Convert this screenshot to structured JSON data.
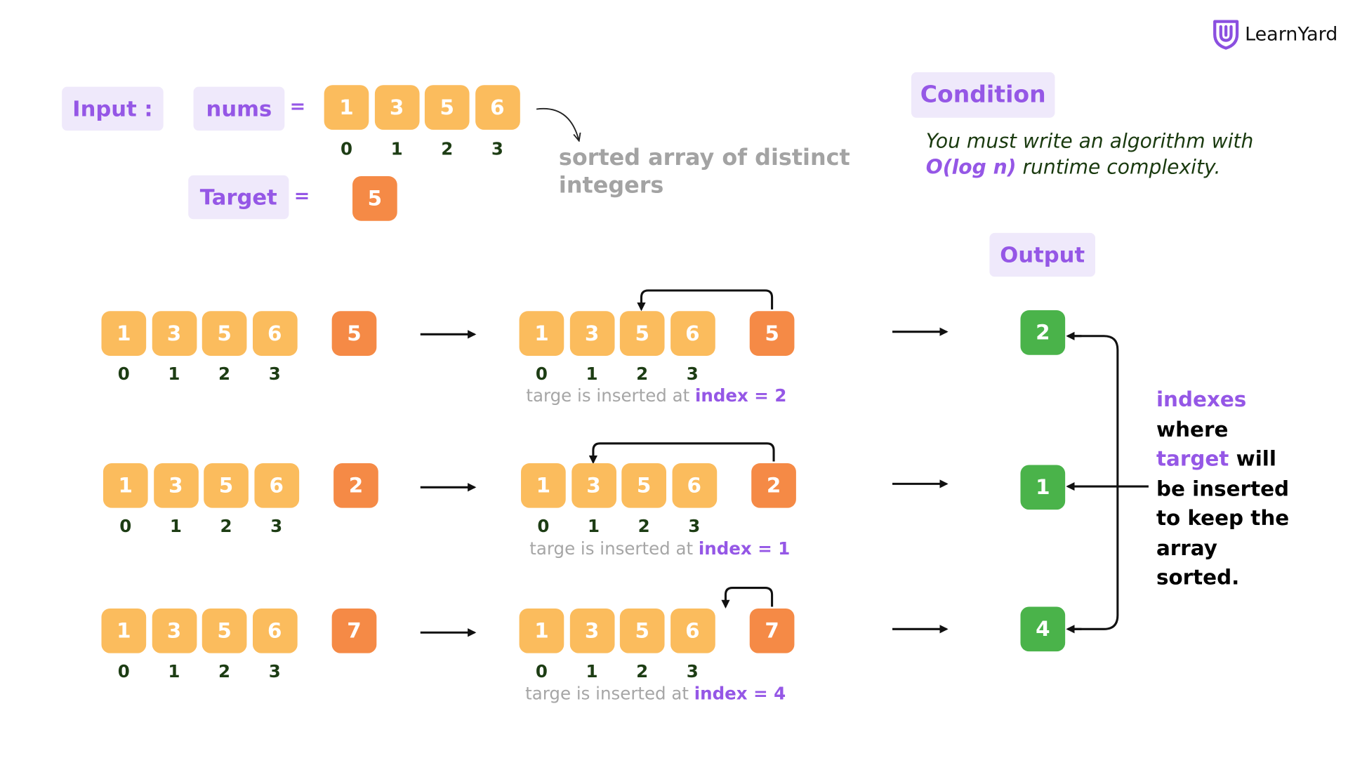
{
  "brand": {
    "name": "LearnYard",
    "icon": "shield-icon"
  },
  "input": {
    "label": "Input :",
    "nums_label": "nums",
    "equals": "=",
    "nums": [
      "1",
      "3",
      "5",
      "6"
    ],
    "indices": [
      "0",
      "1",
      "2",
      "3"
    ],
    "note": "sorted array of distinct integers",
    "target_label": "Target",
    "target_value": "5"
  },
  "condition": {
    "title": "Condition",
    "text_before": "You must write an algorithm with",
    "complexity": "O(log n)",
    "text_after": " runtime complexity."
  },
  "output_title": "Output",
  "examples": [
    {
      "array": [
        "1",
        "3",
        "5",
        "6"
      ],
      "indices": [
        "0",
        "1",
        "2",
        "3"
      ],
      "target": "5",
      "caption_prefix": "targe is inserted at ",
      "caption_highlight": "index = 2",
      "output": "2"
    },
    {
      "array": [
        "1",
        "3",
        "5",
        "6"
      ],
      "indices": [
        "0",
        "1",
        "2",
        "3"
      ],
      "target": "2",
      "caption_prefix": "targe is inserted at ",
      "caption_highlight": "index = 1",
      "output": "1"
    },
    {
      "array": [
        "1",
        "3",
        "5",
        "6"
      ],
      "indices": [
        "0",
        "1",
        "2",
        "3"
      ],
      "target": "7",
      "caption_prefix": "targe is inserted at ",
      "caption_highlight": "index = 4",
      "output": "4"
    }
  ],
  "side_note": {
    "line1": "indexes",
    "line2": "where",
    "line3_hl": "target",
    "line3_rest": " will",
    "line4": "be inserted",
    "line5": "to keep the",
    "line6": "array",
    "line7": "sorted."
  },
  "colors": {
    "accent": "#9557e6",
    "cell": "#fbbc5d",
    "target": "#f58a46",
    "output": "#4ab34a",
    "pill_bg": "#efe9fb"
  }
}
